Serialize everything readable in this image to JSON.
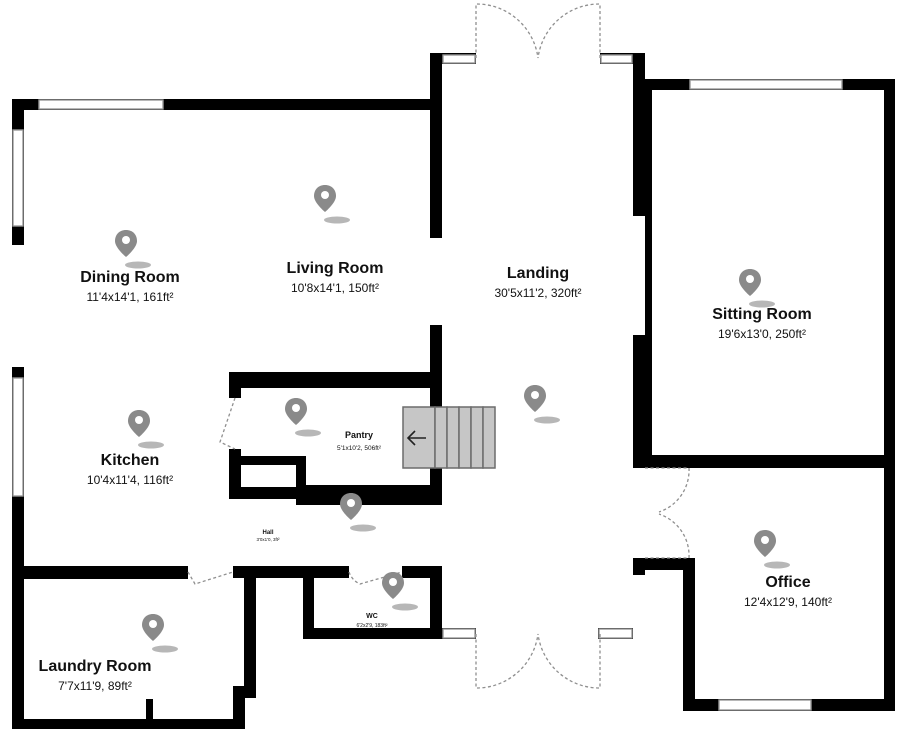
{
  "rooms": {
    "dining": {
      "name": "Dining Room",
      "dims": "11'4x14'1, 161ft²"
    },
    "living": {
      "name": "Living Room",
      "dims": "10'8x14'1, 150ft²"
    },
    "landing": {
      "name": "Landing",
      "dims": "30'5x11'2, 320ft²"
    },
    "sitting": {
      "name": "Sitting Room",
      "dims": "19'6x13'0, 250ft²"
    },
    "kitchen": {
      "name": "Kitchen",
      "dims": "10'4x11'4, 116ft²"
    },
    "pantry": {
      "name": "Pantry",
      "dims": "5'1x10'2, 506ft²"
    },
    "hall": {
      "name": "Hall",
      "dims": "3'0x1'0, 3ft²"
    },
    "wc": {
      "name": "WC",
      "dims": "6'2x2'9, 183ft²"
    },
    "laundry": {
      "name": "Laundry Room",
      "dims": "7'7x11'9, 89ft²"
    },
    "office": {
      "name": "Office",
      "dims": "12'4x12'9, 140ft²"
    }
  },
  "icons": {
    "pin": "map-pin-icon",
    "stairs_arrow": "arrow-left-icon"
  },
  "colors": {
    "wall": "#000000",
    "pin": "#8a8a8a",
    "stairs": "#c6c6c6",
    "door_swing": "#8f8f8f"
  }
}
